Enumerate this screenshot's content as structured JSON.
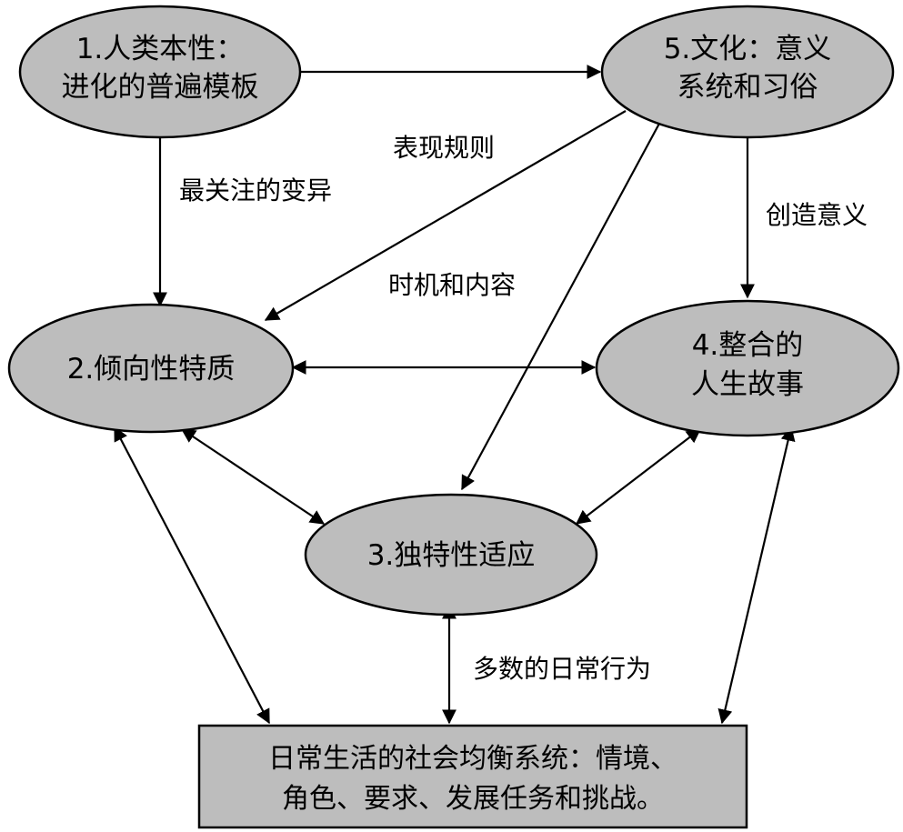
{
  "colors": {
    "node_fill": "#bdbdbd",
    "stroke": "#000000",
    "background": "#ffffff"
  },
  "nodes": {
    "human_nature": {
      "line1": "1.人类本性：",
      "line2": "进化的普遍模板"
    },
    "culture": {
      "line1": "5.文化：意义",
      "line2": "系统和习俗"
    },
    "traits": {
      "line1": "2.倾向性特质"
    },
    "life_story": {
      "line1": "4.整合的",
      "line2": "人生故事"
    },
    "adaptations": {
      "line1": "3.独特性适应"
    }
  },
  "social_system": {
    "line1": "日常生活的社会均衡系统：情境、",
    "line2": "角色、要求、发展任务和挑战。"
  },
  "edge_labels": {
    "variation": "最关注的变异",
    "display_rules": "表现规则",
    "timing_content": "时机和内容",
    "create_meaning": "创造意义",
    "daily_behavior": "多数的日常行为"
  }
}
